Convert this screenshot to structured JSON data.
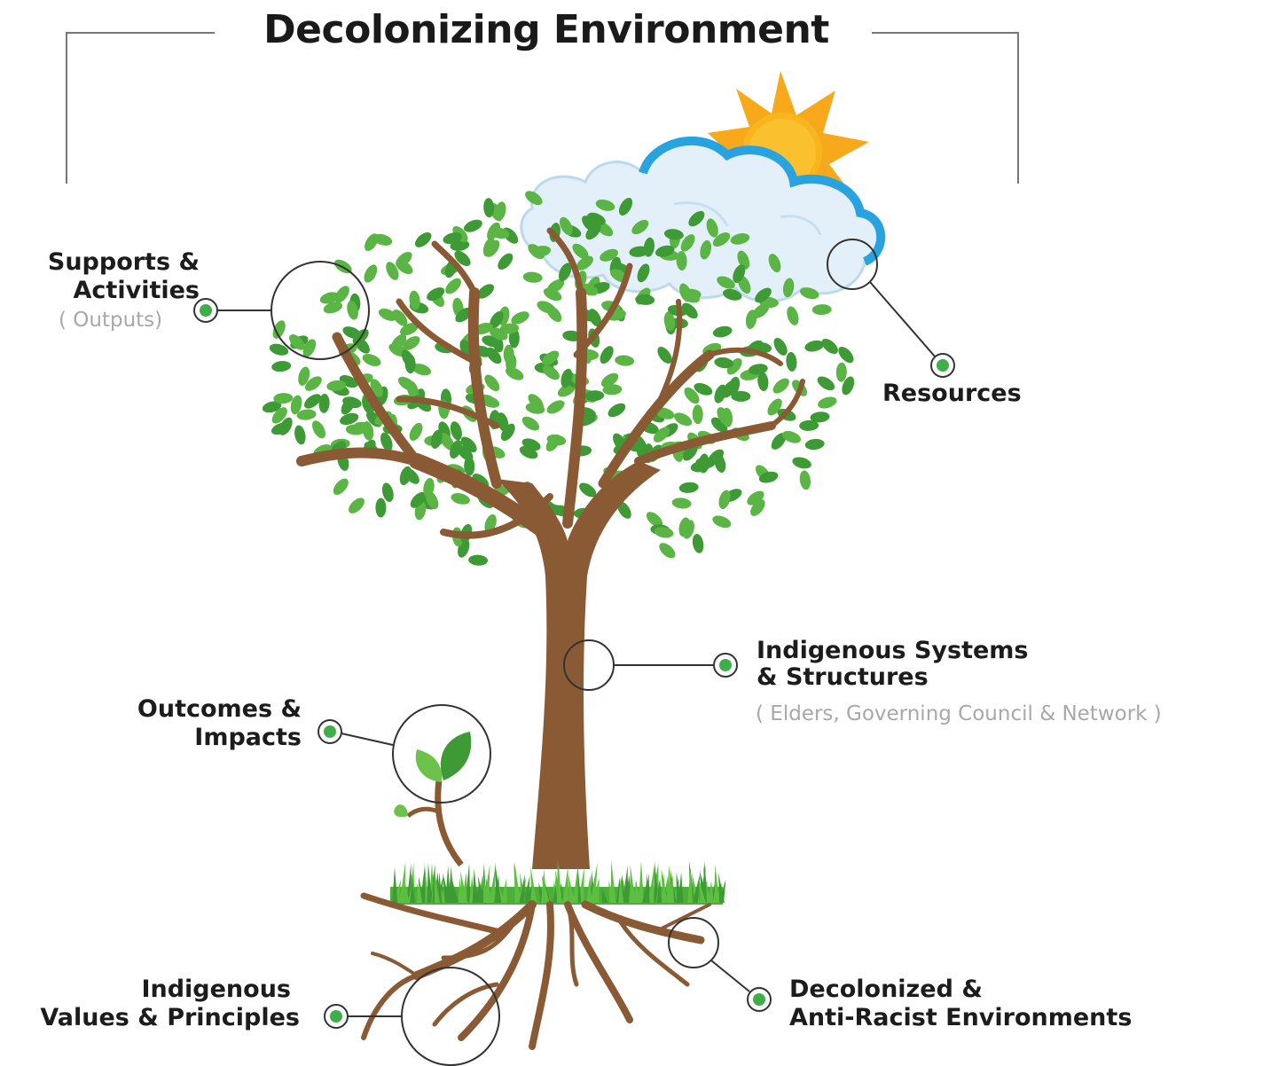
{
  "title": "Decolonizing Environment",
  "labels": {
    "supports": {
      "line1": "Supports &",
      "line2": "Activities",
      "sub": "( Outputs)"
    },
    "resources": {
      "text": "Resources"
    },
    "systems": {
      "line1": "Indigenous Systems",
      "line2": "& Structures",
      "sub": "( Elders, Governing Council & Network )"
    },
    "outcomes": {
      "line1": "Outcomes &",
      "line2": "Impacts"
    },
    "values": {
      "line1": "Indigenous",
      "line2": "Values & Principles"
    },
    "decolonized": {
      "line1": "Decolonized &",
      "line2": "Anti-Racist Environments"
    }
  },
  "icons": [
    "sun-icon",
    "cloud-icon",
    "tree-icon",
    "sprout-icon",
    "grass-icon",
    "roots-icon"
  ],
  "colors": {
    "trunk": "#8a5a35",
    "leaf": "#5bb544",
    "leaf_dark": "#3e9a34",
    "connector_dot": "#3fae49",
    "sun": "#f7a81b",
    "cloud_outline": "#29a3e0",
    "cloud_fill": "#e6f1fa",
    "line": "#555555"
  }
}
